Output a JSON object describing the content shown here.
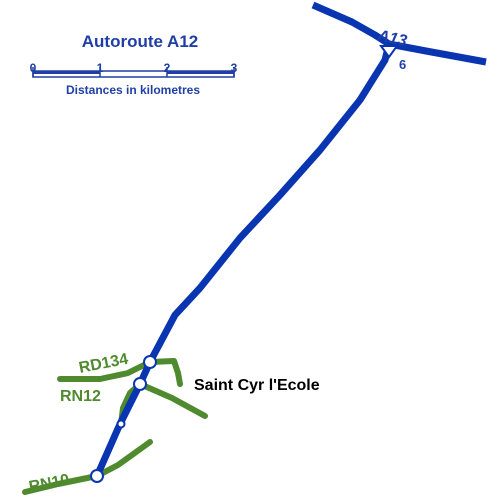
{
  "map": {
    "title": "Autoroute A12",
    "scale": {
      "ticks": [
        "0",
        "1",
        "2",
        "3"
      ],
      "caption": "Distances in kilometres"
    },
    "roads": {
      "a13": "A13",
      "exit": "6",
      "rd134": "RD134",
      "rn12": "RN12",
      "rn10": "RN10"
    },
    "places": {
      "saint_cyr": "Saint Cyr l'Ecole"
    },
    "colors": {
      "motorway": "#0a35b0",
      "secondary": "#4f8a2f",
      "text_blue": "#1f3fa6"
    }
  }
}
